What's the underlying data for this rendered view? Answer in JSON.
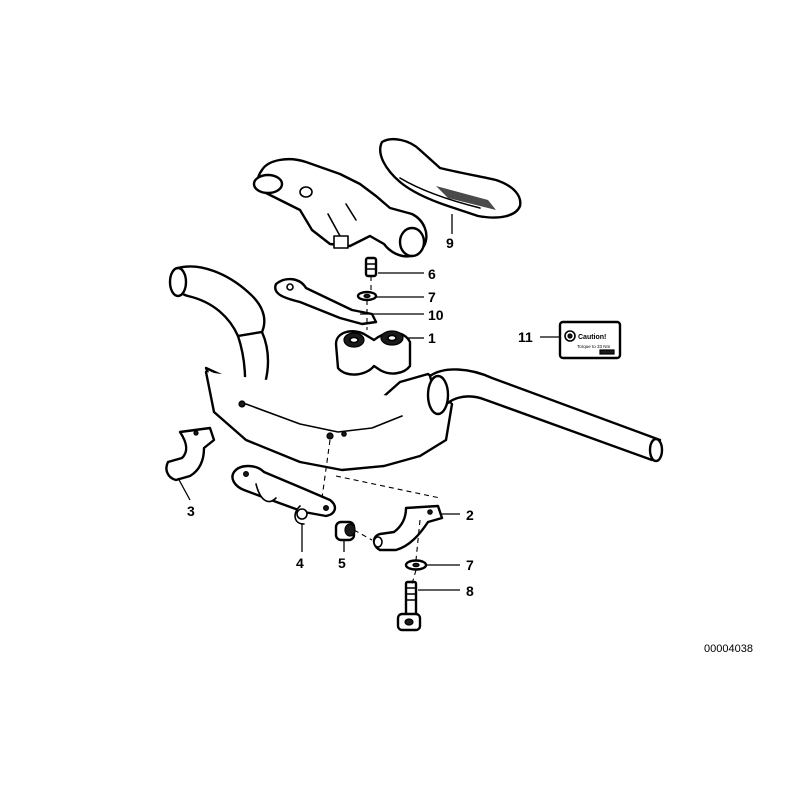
{
  "diagram": {
    "reference_number": "00004038",
    "callouts": {
      "c1": "1",
      "c2": "2",
      "c3": "3",
      "c4": "4",
      "c5": "5",
      "c6": "6",
      "c7a": "7",
      "c7b": "7",
      "c8": "8",
      "c9": "9",
      "c10": "10",
      "c11": "11"
    },
    "caution_label": {
      "title": "Caution!",
      "subtitle": "Torque to 33 Nm"
    }
  }
}
